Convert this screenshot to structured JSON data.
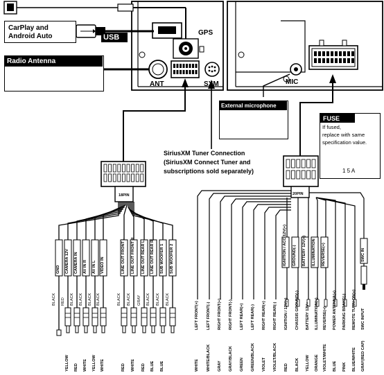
{
  "labels": {
    "carplay": [
      "CarPlay and",
      "Android Auto"
    ],
    "usb": "USB",
    "gps": "GPS",
    "radio_antenna": "Radio Antenna",
    "ant": "ANT",
    "sxm": "SXM",
    "mic": "MIC",
    "external_mic": "External microphone",
    "fuse_title": "FUSE",
    "fuse_text": [
      "If fused,",
      "replace with same",
      "specification value."
    ],
    "fuse_rating": "1 5 A",
    "sirius": [
      "SiriusXM Tuner Connection",
      "(SiriusXM Connect Tuner and",
      "subscriptions sold separately)"
    ],
    "pin18": "18PIN",
    "pin20": "20PIN"
  },
  "left_harness": {
    "tags": [
      "GND",
      "CAMERA 12V",
      "CAMERA IN",
      "AV IN R",
      "AV IN L",
      "VIDEO IN",
      "LINE OUT FRONT L",
      "LINE OUT FRONT R",
      "LINE OUT REAR L",
      "LINE OUT REAR R",
      "SUB WOOFER 1",
      "SUB WOOFER 2"
    ],
    "wire_colors": [
      "BLACK",
      "RED",
      "BLACK",
      "BLACK",
      "BLACK",
      "BLACK",
      "BLACK",
      "BLACK",
      "GRAY",
      "BLACK",
      "BLACK",
      "BLACK"
    ],
    "plug_colors": [
      "YELLOW",
      "RED",
      "WHITE",
      "YELLOW",
      "WHITE",
      "RED",
      "WHITE",
      "RED",
      "BLUE",
      "BLUE"
    ]
  },
  "right_harness": {
    "wires": [
      {
        "func": "LEFT FRONT(+)",
        "color": "WHITE"
      },
      {
        "func": "LEFT FRONT(-)",
        "color": "WHITE/BLACK"
      },
      {
        "func": "RIGHT FRONT(+)",
        "color": "GRAY"
      },
      {
        "func": "RIGHT FRONT(-)",
        "color": "GRAY/BLACK"
      },
      {
        "func": "LEFT REAR(+)",
        "color": "GREEN"
      },
      {
        "func": "LEFT REAR(-)",
        "color": "GREEN/BLACK"
      },
      {
        "func": "RIGHT REAR(+)",
        "color": "VIOLET"
      },
      {
        "func": "RIGHT REAR(-)",
        "color": "VIOLET/BLACK"
      }
    ],
    "power_wires": [
      {
        "func": "IGNITION / 12V(+)",
        "color": "RED"
      },
      {
        "func": "CHASSIS GROUND(-)",
        "color": "BLACK"
      },
      {
        "func": "BATTERY 12V+",
        "color": "YELLOW"
      },
      {
        "func": "ILLUMINATION(+)",
        "color": "ORANGE"
      },
      {
        "func": "REVERSE(+)",
        "color": "VIOLET/WHITE"
      },
      {
        "func": "POWER ANTENNA(+)",
        "color": "BLUE"
      },
      {
        "func": "PARKING BRAKE(-)",
        "color": "PINK"
      },
      {
        "func": "REMOTE TURN-ON(+)",
        "color": "BLUE/WHITE"
      },
      {
        "func": "SWC INPUT",
        "color": "GRAY(RED CAP)"
      }
    ],
    "tags": [
      "IGNITION / ACC 12V(+)",
      "GROUND(-)",
      "BATTERY 12V(+)",
      "ILLUMINATION",
      "REVERSE(+)",
      "SWC IN"
    ]
  }
}
